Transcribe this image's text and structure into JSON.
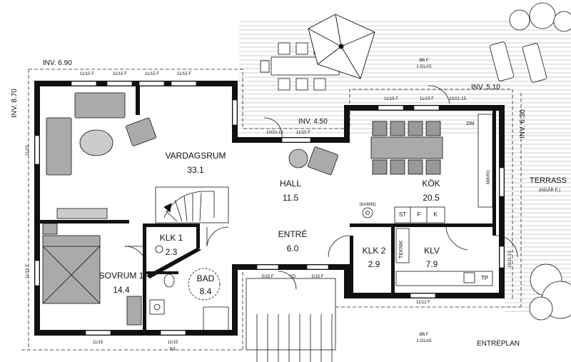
{
  "rooms": {
    "vardagsrum": {
      "name": "VARDAGSRUM",
      "area": "33.1"
    },
    "hall": {
      "name": "HALL",
      "area": "11.5"
    },
    "kok": {
      "name": "KÖK",
      "area": "20.5"
    },
    "klk1": {
      "name": "KLK 1",
      "area": "2.3"
    },
    "entre": {
      "name": "ENTRÉ",
      "area": "6.0"
    },
    "klk2": {
      "name": "KLK 2",
      "area": "2.9"
    },
    "klv": {
      "name": "KLV",
      "area": "7.9"
    },
    "sovrum1": {
      "name": "SOVRUM 1",
      "area": "14.4"
    },
    "bad": {
      "name": "BAD",
      "area": "8.4"
    },
    "terrass": {
      "name": "TERRASS",
      "note": "(INGÅR E.)"
    }
  },
  "dimensions": {
    "inv_690": "INV. 6.90",
    "inv_870": "INV. 8.70",
    "inv_450": "INV. 4.50",
    "inv_510": "INV. 5.10",
    "inv_630": "INV. 6.30"
  },
  "window_labels": {
    "w11_15_f": "11/15 F",
    "w11_15": "11/15",
    "w11_10": "11/10",
    "w11_12_f": "11/12 F",
    "w5_15_f": "5/15 F",
    "d10_21_15": "10/21-15",
    "yd": "YD",
    "ra": "RÅ",
    "o6f": "Ø6 F",
    "glas": "1-GLAS"
  },
  "appliances": {
    "st": "ST",
    "f": "F",
    "k": "K",
    "teknik": "TEKNIK",
    "tp": "TP",
    "dm": "DM",
    "mikro": "MIKRO",
    "kamin": "(KAMIN)"
  },
  "footer": {
    "plan_label": "ENTRÉPLAN"
  }
}
